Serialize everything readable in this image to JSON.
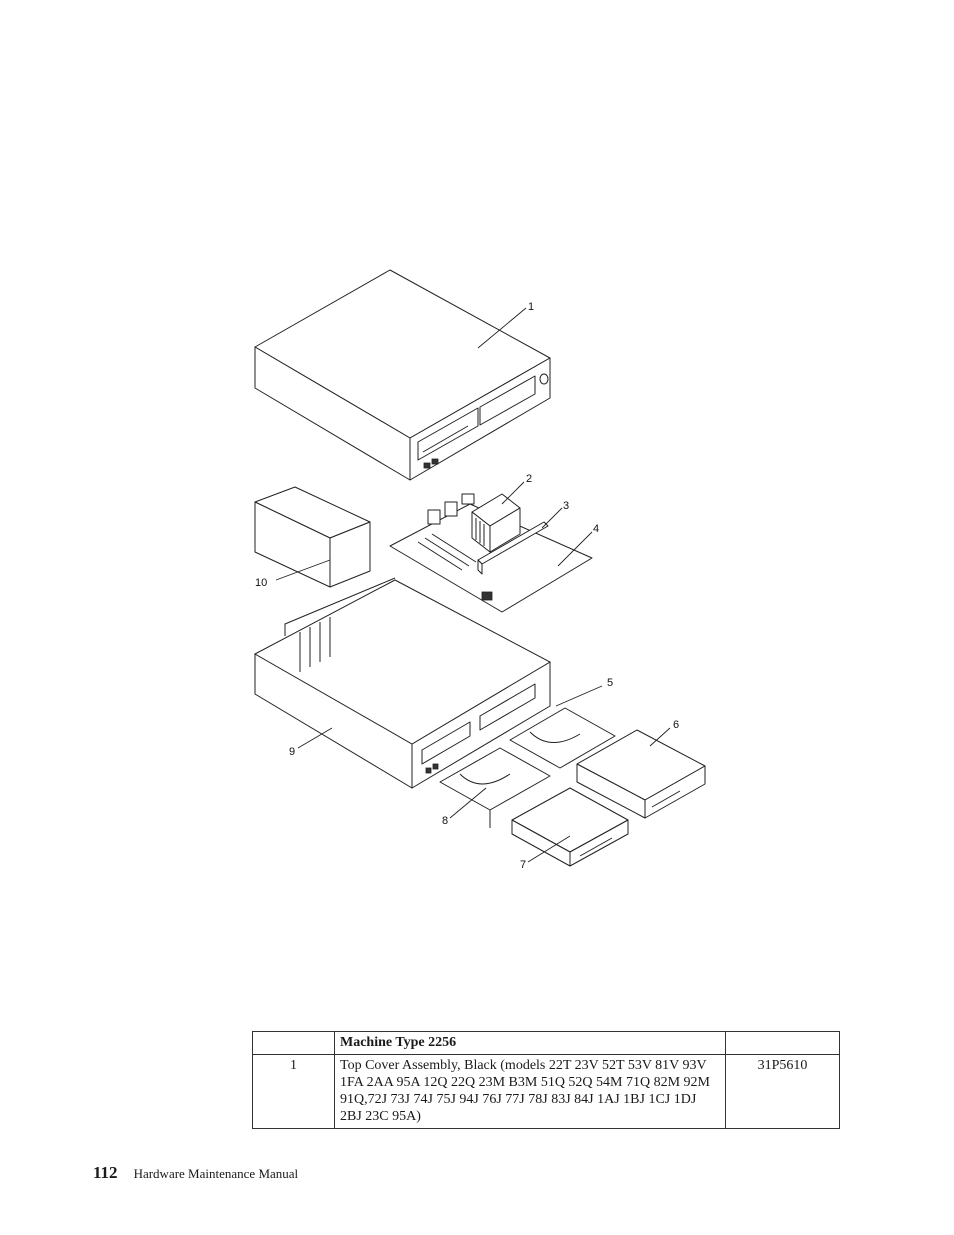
{
  "diagram": {
    "callouts": [
      "1",
      "2",
      "3",
      "4",
      "5",
      "6",
      "7",
      "8",
      "9",
      "10"
    ]
  },
  "table": {
    "headers": [
      "",
      "Machine Type 2256",
      ""
    ],
    "rows": [
      {
        "index": "1",
        "description": "Top Cover Assembly, Black (models 22T 23V 52T 53V 81V 93V 1FA 2AA 95A 12Q 22Q 23M B3M 51Q 52Q 54M 71Q 82M 92M 91Q,72J 73J 74J 75J 94J 76J 77J 78J 83J 84J 1AJ 1BJ 1CJ 1DJ 2BJ 23C 95A)",
        "fru": "31P5610"
      }
    ]
  },
  "footer": {
    "page_number": "112",
    "manual_title": "Hardware Maintenance Manual"
  }
}
